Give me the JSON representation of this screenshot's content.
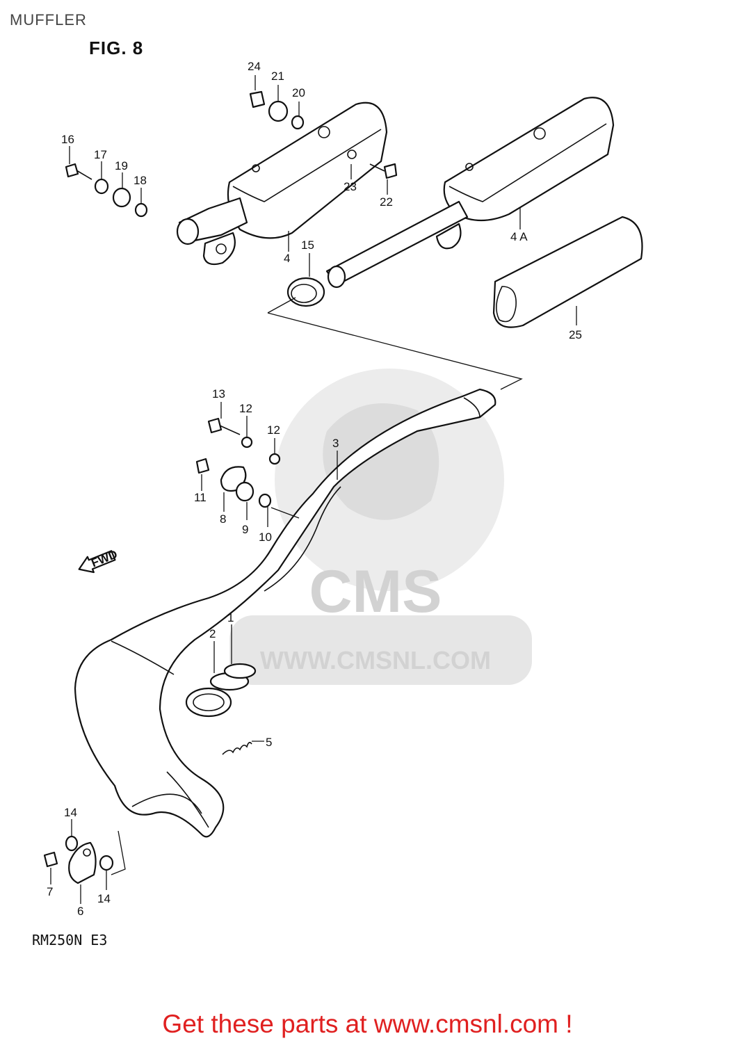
{
  "header": {
    "section_title": "MUFFLER",
    "figure_title": "FIG. 8"
  },
  "diagram": {
    "model_code": "RM250N E3",
    "direction_marker": "FWD",
    "watermark": {
      "brand": "CMS",
      "url": "WWW.CMSNL.COM"
    },
    "callouts": [
      "24",
      "21",
      "20",
      "16",
      "17",
      "19",
      "18",
      "23",
      "22",
      "4",
      "15",
      "4 A",
      "25",
      "13",
      "12",
      "12",
      "3",
      "11",
      "8",
      "9",
      "10",
      "2",
      "1",
      "5",
      "14",
      "7",
      "6",
      "14"
    ]
  },
  "footer": {
    "cta": "Get these parts at www.cmsnl.com !"
  }
}
